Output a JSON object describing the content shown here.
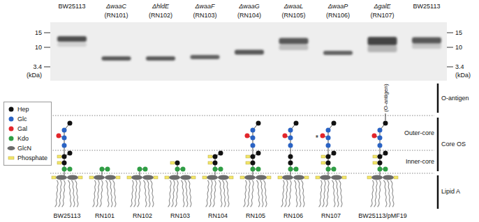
{
  "diagram": {
    "labels": [
      "BW25113",
      "ΔwaaC",
      "(RN101)",
      "ΔhldE",
      "(RN102)",
      "ΔwaaF",
      "(RN103)",
      "ΔwaaG",
      "(RN104)",
      "ΔwaaL",
      "(RN105)",
      "ΔwaaP",
      "(RN106)",
      "ΔgalE",
      "(RN107)",
      "BW25113",
      "15",
      "10",
      "3.4",
      "(kDa)",
      "15",
      "10",
      "3.4",
      "(kDa)",
      "(O-antigen)",
      "*",
      "O-antigen",
      "Outer-core",
      "Core OS",
      "Inner-core",
      "Lipid A",
      "BW25113",
      "RN101",
      "RN102",
      "RN103",
      "RN104",
      "RN105",
      "RN106",
      "RN107",
      "BW25113/pMF19"
    ],
    "legend": [
      {
        "text": "Hep",
        "color": "#111111"
      },
      {
        "text": "Glc",
        "color": "#2a63c4"
      },
      {
        "text": "Gal",
        "color": "#e2262b"
      },
      {
        "text": "Kdo",
        "color": "#2f9e44"
      },
      {
        "text": "GlcN",
        "color": "#6b6b6b"
      },
      {
        "text": "Phosphate",
        "color": "#f3e66a"
      }
    ]
  }
}
